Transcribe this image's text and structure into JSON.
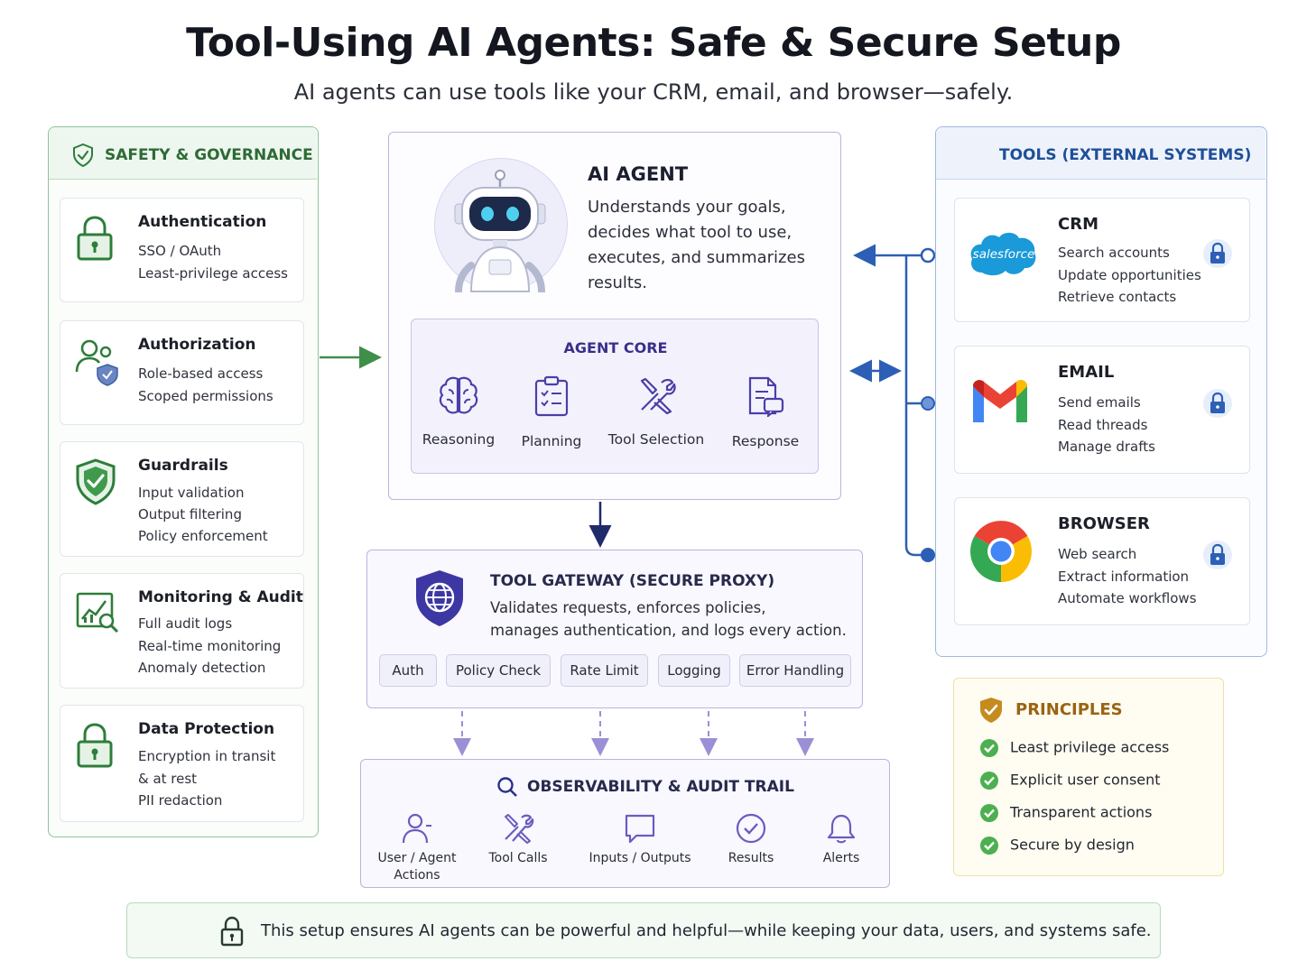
{
  "title": "Tool-Using AI Agents: Safe & Secure Setup",
  "subtitle": "AI agents can use tools like your CRM, email, and browser—safely.",
  "safety": {
    "heading": "SAFETY & GOVERNANCE",
    "cards": [
      {
        "title": "Authentication",
        "lines": [
          "SSO / OAuth",
          "Least-privilege access"
        ],
        "icon": "lock-icon"
      },
      {
        "title": "Authorization",
        "lines": [
          "Role-based access",
          "Scoped permissions"
        ],
        "icon": "user-shield-icon"
      },
      {
        "title": "Guardrails",
        "lines": [
          "Input validation",
          "Output filtering",
          "Policy enforcement"
        ],
        "icon": "shield-check-icon"
      },
      {
        "title": "Monitoring & Audit",
        "lines": [
          "Full audit logs",
          "Real-time monitoring",
          "Anomaly detection"
        ],
        "icon": "chart-magnifier-icon"
      },
      {
        "title": "Data Protection",
        "lines": [
          "Encryption in transit",
          "& at rest",
          "PII redaction"
        ],
        "icon": "lock-icon"
      }
    ]
  },
  "agent": {
    "title": "AI AGENT",
    "description": [
      "Understands your goals,",
      "decides what tool to use,",
      "executes, and summarizes",
      "results."
    ],
    "core": {
      "title": "AGENT CORE",
      "items": [
        {
          "label": "Reasoning",
          "icon": "brain-icon"
        },
        {
          "label": "Planning",
          "icon": "clipboard-icon"
        },
        {
          "label": "Tool Selection",
          "icon": "tools-icon"
        },
        {
          "label": "Response",
          "icon": "document-chat-icon"
        }
      ]
    }
  },
  "gateway": {
    "title": "TOOL GATEWAY (SECURE PROXY)",
    "description": [
      "Validates requests, enforces policies,",
      "manages authentication, and logs every action."
    ],
    "chips": [
      "Auth",
      "Policy Check",
      "Rate Limit",
      "Logging",
      "Error Handling"
    ]
  },
  "observability": {
    "title": "OBSERVABILITY & AUDIT TRAIL",
    "items": [
      {
        "label": "User / Agent Actions",
        "icon": "user-icon"
      },
      {
        "label": "Tool Calls",
        "icon": "wrench-icon"
      },
      {
        "label": "Inputs / Outputs",
        "icon": "chat-icon"
      },
      {
        "label": "Results",
        "icon": "check-circle-icon"
      },
      {
        "label": "Alerts",
        "icon": "bell-icon"
      }
    ]
  },
  "tools": {
    "heading": "TOOLS (EXTERNAL SYSTEMS)",
    "items": [
      {
        "title": "CRM",
        "logo_text": "salesforce",
        "lines": [
          "Search accounts",
          "Update opportunities",
          "Retrieve contacts"
        ]
      },
      {
        "title": "EMAIL",
        "lines": [
          "Send emails",
          "Read threads",
          "Manage drafts"
        ]
      },
      {
        "title": "BROWSER",
        "lines": [
          "Web search",
          "Extract information",
          "Automate workflows"
        ]
      }
    ]
  },
  "principles": {
    "title": "PRINCIPLES",
    "items": [
      "Least privilege access",
      "Explicit user consent",
      "Transparent actions",
      "Secure by design"
    ]
  },
  "footer": "This setup ensures AI agents can be powerful and helpful—while keeping your data, users, and systems safe.",
  "colors": {
    "green": "#2e7d3a",
    "navy": "#2a2f8c",
    "blue": "#1f4f99",
    "purple_accent": "#7d6fc4",
    "gold": "#c58b1e"
  }
}
